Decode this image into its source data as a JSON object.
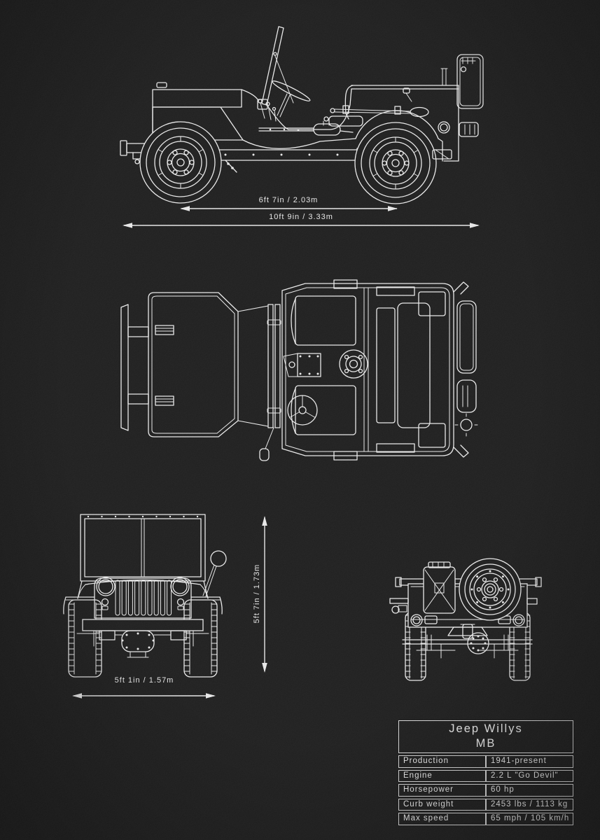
{
  "poster": {
    "background_color": "#1b1b1b",
    "line_color": "#e8e8e8"
  },
  "dimensions": {
    "wheelbase_label": "6ft 7in / 2.03m",
    "overall_length_label": "10ft 9in / 3.33m",
    "height_label": "5ft 7in / 1.73m",
    "width_label": "5ft 1in / 1.57m"
  },
  "spec_table": {
    "title_line1": "Jeep Willys",
    "title_line2": "MB",
    "rows": [
      {
        "label": "Production",
        "value": "1941-present"
      },
      {
        "label": "Engine",
        "value": "2.2 L \"Go Devil\""
      },
      {
        "label": "Horsepower",
        "value": "60 hp"
      },
      {
        "label": "Curb weight",
        "value": "2453 lbs / 1113 kg"
      },
      {
        "label": "Max speed",
        "value": "65 mph / 105 km/h"
      }
    ]
  }
}
